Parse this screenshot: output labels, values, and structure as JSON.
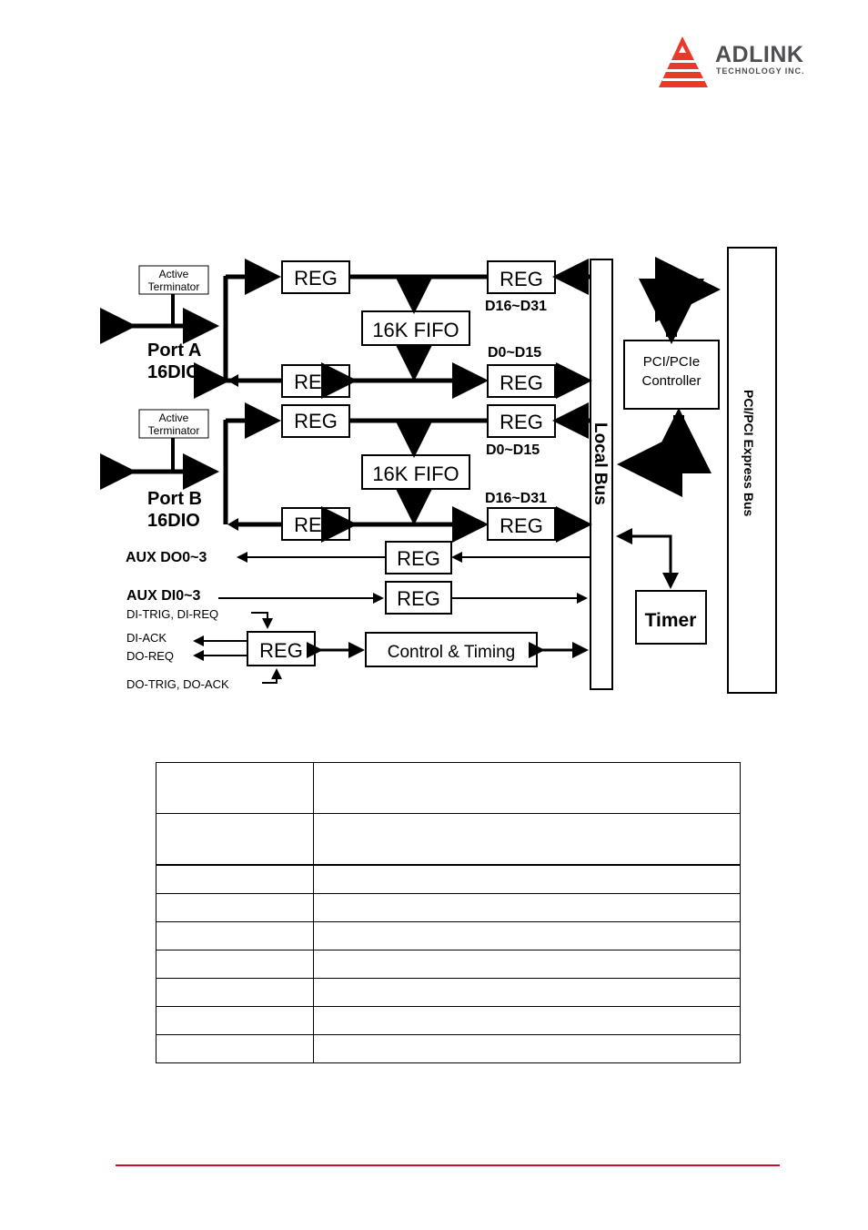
{
  "brand": {
    "name": "ADLINK",
    "tagline": "TECHNOLOGY INC.",
    "colors": {
      "red": "#e8392b",
      "gray": "#4d4f53",
      "rule": "#c8102e"
    }
  },
  "diagram": {
    "port_a": {
      "terminator": [
        "Active",
        "Terminator"
      ],
      "label": [
        "Port A",
        "16DIO"
      ]
    },
    "port_b": {
      "terminator": [
        "Active",
        "Terminator"
      ],
      "label": [
        "Port B",
        "16DIO"
      ]
    },
    "reg": "REG",
    "fifo": "16K FIFO",
    "d16_d31": "D16~D31",
    "d0_d15": "D0~D15",
    "aux_do": "AUX DO0~3",
    "aux_di": "AUX DI0~3",
    "di_trig_req": "DI-TRIG, DI-REQ",
    "di_ack": "DI-ACK",
    "do_req": "DO-REQ",
    "do_trig_ack": "DO-TRIG, DO-ACK",
    "control_timing": "Control & Timing",
    "local_bus": "Local Bus",
    "controller": [
      "PCI/PCIe",
      "Controller"
    ],
    "timer": "Timer",
    "express_bus": "PCI/PCI Express Bus"
  },
  "table": {
    "rows": [
      [
        "",
        ""
      ],
      [
        "",
        ""
      ],
      [
        "",
        ""
      ],
      [
        "",
        ""
      ],
      [
        "",
        ""
      ],
      [
        "",
        ""
      ],
      [
        "",
        ""
      ],
      [
        "",
        ""
      ],
      [
        "",
        ""
      ]
    ]
  }
}
